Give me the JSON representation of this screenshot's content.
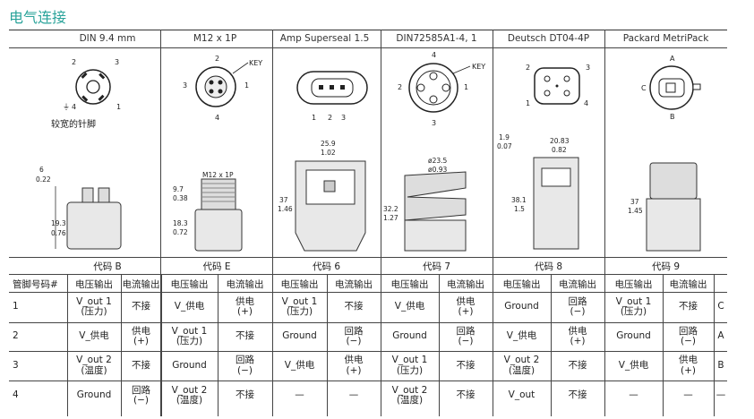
{
  "title": "电气连接",
  "connectors": [
    "DIN 9.4 mm",
    "M12 x 1P",
    "Amp Superseal 1.5",
    "DIN72585A1-4, 1",
    "Deutsch DT04-4P",
    "Packard MetriPack"
  ],
  "codes": [
    "代码 B",
    "代码 E",
    "代码 6",
    "代码 7",
    "代码 8",
    "代码 9"
  ],
  "diagram": {
    "din_pins": [
      "2",
      "3",
      "4",
      "1"
    ],
    "din_note": "较宽的针脚",
    "m12_pins": [
      "2",
      "3",
      "1",
      "4"
    ],
    "m12_key": "KEY",
    "m12_label": "M12 x 1P",
    "amp_pins": [
      "1",
      "2",
      "3"
    ],
    "din7_pins": [
      "4",
      "2",
      "1",
      "3"
    ],
    "din7_key": "KEY",
    "deutsch_pins": [
      "2",
      "3",
      "1",
      "4"
    ],
    "packard_pins": [
      "A",
      "C",
      "B"
    ],
    "dims": {
      "din_top": [
        "6",
        "0.22"
      ],
      "din_h": [
        "19.3",
        "0.76"
      ],
      "m12_a": [
        "9.7",
        "0.38"
      ],
      "m12_b": [
        "18.3",
        "0.72"
      ],
      "amp_w": [
        "25.9",
        "1.02"
      ],
      "amp_h": [
        "37",
        "1.46"
      ],
      "din7_d1": "ø23.5",
      "din7_d2": "ø0.93",
      "din7_h": [
        "32.2",
        "1.27"
      ],
      "dt_top": [
        "1.9",
        "0.07"
      ],
      "dt_w": [
        "20.83",
        "0.82"
      ],
      "dt_h": [
        "38.1",
        "1.5"
      ],
      "pk_h": [
        "37",
        "1.45"
      ]
    }
  },
  "table": {
    "pin_header": "管脚号码#",
    "v_header": "电压输出",
    "i_header": "电流输出",
    "rows": [
      {
        "pin": "1",
        "cells": [
          "V_out 1|(压力)",
          "不接",
          "V_供电",
          "供电|(+)",
          "V_out 1|(压力)",
          "不接",
          "V_供电",
          "供电|(+)",
          "Ground",
          "回路|(−)",
          "V_out 1|(压力)",
          "不接"
        ],
        "tail": "C"
      },
      {
        "pin": "2",
        "cells": [
          "V_供电",
          "供电|(+)",
          "V_out 1|(压力)",
          "不接",
          "Ground",
          "回路|(−)",
          "Ground",
          "回路|(−)",
          "V_供电",
          "供电|(+)",
          "Ground",
          "回路|(−)"
        ],
        "tail": "A"
      },
      {
        "pin": "3",
        "cells": [
          "V_out 2|(温度)",
          "不接",
          "Ground",
          "回路|(−)",
          "V_供电",
          "供电|(+)",
          "V_out 1|(压力)",
          "不接",
          "V_out 2|(温度)",
          "不接",
          "V_供电",
          "供电|(+)"
        ],
        "tail": "B"
      },
      {
        "pin": "4",
        "cells": [
          "Ground",
          "回路|(−)",
          "V_out 2|(温度)",
          "不接",
          "—",
          "—",
          "V_out 2|(温度)",
          "不接",
          "V_out",
          "不接",
          "—",
          "—"
        ],
        "tail": "—"
      }
    ]
  }
}
